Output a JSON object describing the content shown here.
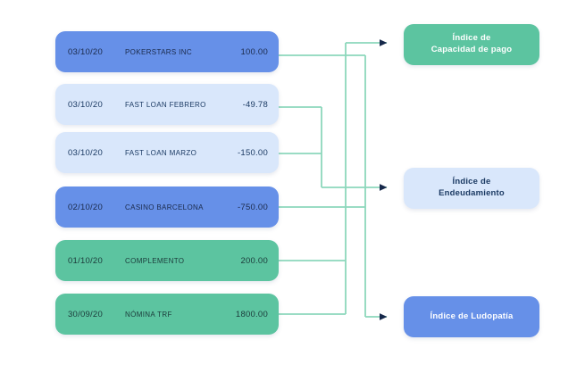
{
  "diagram": {
    "type": "flow-mapping",
    "title_visible": false,
    "colors": {
      "blue": "#6690e8",
      "light_blue": "#d9e7fb",
      "green": "#5cc4a0",
      "connector_line": "#8cd7bb",
      "arrow_head": "#16284a",
      "background": "#ffffff"
    },
    "transactions": [
      {
        "id": "txn-1",
        "date": "03/10/20",
        "description": "POKERSTARS INC",
        "amount": "100.00",
        "color": "blue",
        "maps_to": "indice-de-ludopatia"
      },
      {
        "id": "txn-2",
        "date": "03/10/20",
        "description": "FAST LOAN FEBRERO",
        "amount": "-49.78",
        "color": "lightblue",
        "maps_to": "indice-de-endeudamiento"
      },
      {
        "id": "txn-3",
        "date": "03/10/20",
        "description": "FAST LOAN MARZO",
        "amount": "-150.00",
        "color": "lightblue",
        "maps_to": "indice-de-endeudamiento"
      },
      {
        "id": "txn-4",
        "date": "02/10/20",
        "description": "CASINO BARCELONA",
        "amount": "-750.00",
        "color": "blue",
        "maps_to": "indice-de-ludopatia"
      },
      {
        "id": "txn-5",
        "date": "01/10/20",
        "description": "COMPLEMENTO",
        "amount": "200.00",
        "color": "green",
        "maps_to": "indice-de-capacidad-de-pago"
      },
      {
        "id": "txn-6",
        "date": "30/09/20",
        "description": "NÓMINA TRF",
        "amount": "1800.00",
        "color": "green",
        "maps_to": "indice-de-capacidad-de-pago"
      }
    ],
    "indices": [
      {
        "id": "indice-de-capacidad-de-pago",
        "line1": "Índice de",
        "line2": "Capacidad de pago",
        "color": "green"
      },
      {
        "id": "indice-de-endeudamiento",
        "line1": "Índice de",
        "line2": "Endeudamiento",
        "color": "lightblue"
      },
      {
        "id": "indice-de-ludopatia",
        "line1": "Índice de Ludopatía",
        "line2": "",
        "color": "blue"
      }
    ]
  }
}
